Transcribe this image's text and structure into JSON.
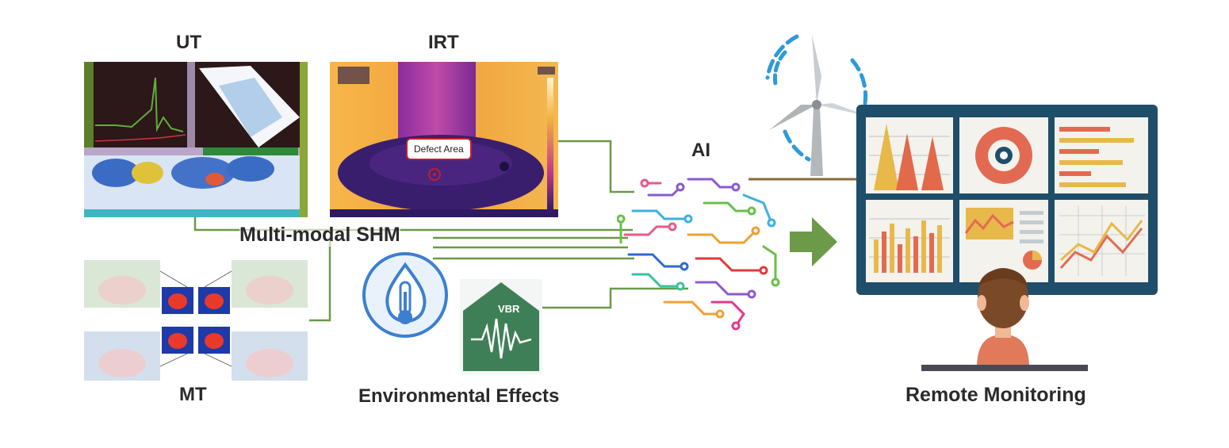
{
  "labels": {
    "ut": "UT",
    "irt": "IRT",
    "mt": "MT",
    "shm": "Multi-modal SHM",
    "ai": "AI",
    "env": "Environmental Effects",
    "remote": "Remote Monitoring",
    "defect": "Defect Area",
    "vbr": "VBR"
  },
  "colors": {
    "connector": "#6a9a48",
    "arrow": "#6d9a48",
    "monitor": "#1f4e6b",
    "signal": "#2e9ad8",
    "thermo": "#3c7fd0"
  },
  "icons": [
    "thermometer-drop-icon",
    "vibration-house-icon",
    "wind-turbine-icon",
    "ai-brain-circuit-icon",
    "person-icon",
    "forward-arrow-icon"
  ]
}
